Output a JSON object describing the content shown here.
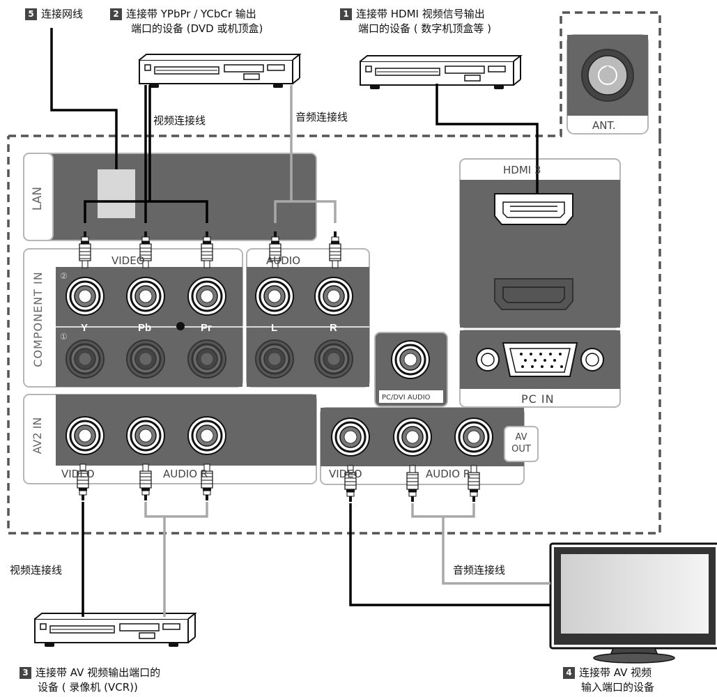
{
  "captions": {
    "c5": {
      "num": "5",
      "line1": "连接网线"
    },
    "c2": {
      "num": "2",
      "line1": "连接带 YPbPr / YCbCr 输出",
      "line2": "端口的设备 (DVD 或机顶盒)"
    },
    "c1": {
      "num": "1",
      "line1": "连接带 HDMI 视频信号输出",
      "line2": "端口的设备 ( 数字机顶盒等 )"
    },
    "c3": {
      "num": "3",
      "line1": "连接带 AV 视频输出端口的",
      "line2": "设备 ( 录像机 (VCR))"
    },
    "c4": {
      "num": "4",
      "line1": "连接带 AV 视频",
      "line2": "输入端口的设备"
    }
  },
  "cable_labels": {
    "video_top": "视频连接线",
    "audio_top": "音频连接线",
    "video_left": "视频连接线",
    "audio_bottom": "音频连接线"
  },
  "panel_labels": {
    "lan": "LAN",
    "component_in": "COMPONENT IN",
    "video": "VIDEO",
    "audio": "AUDIO",
    "y": "Y",
    "pb": "Pb",
    "pr": "Pr",
    "l": "L",
    "r": "R",
    "marker_2": "②",
    "marker_1": "①",
    "pc_dvi_audio": "PC/DVI AUDIO",
    "av2_in": "AV2 IN",
    "av2_video": "VIDEO",
    "av2_audio": "AUDIO R",
    "av_out_video": "VIDEO",
    "av_out_audio": "AUDIO R",
    "av_out_1": "AV",
    "av_out_2": "OUT",
    "hdmi3": "HDMI 3",
    "pc_in": "PC IN",
    "ant": "ANT."
  },
  "colors": {
    "panel": "#666666",
    "panel_border": "#b5b5b5",
    "cable_black": "#000000",
    "cable_gray": "#a8a8a8",
    "label_box": "#444444"
  }
}
